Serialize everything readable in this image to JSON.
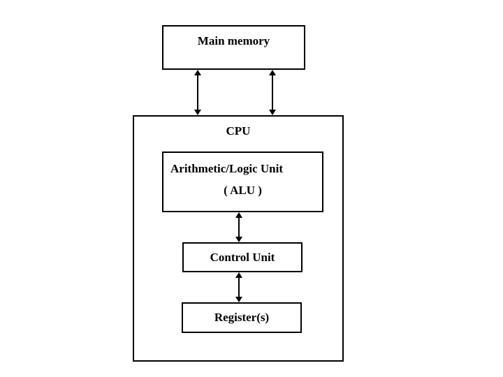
{
  "diagram": {
    "type": "block-diagram",
    "subject": "CPU and main memory architecture",
    "background_color": "#ffffff",
    "line_color": "#000000",
    "text_color": "#000000",
    "nodes": {
      "main_memory": {
        "label": "Main memory"
      },
      "cpu": {
        "label": "CPU"
      },
      "alu": {
        "line1": "Arithmetic/Logic Unit",
        "line2": "( ALU )"
      },
      "control_unit": {
        "label": "Control Unit"
      },
      "registers": {
        "label": "Register(s)"
      }
    },
    "connections": [
      {
        "from": "main_memory",
        "to": "cpu",
        "style": "double-headed-arrow",
        "position": "left"
      },
      {
        "from": "main_memory",
        "to": "cpu",
        "style": "double-headed-arrow",
        "position": "right"
      },
      {
        "from": "alu",
        "to": "control_unit",
        "style": "double-headed-arrow"
      },
      {
        "from": "control_unit",
        "to": "registers",
        "style": "double-headed-arrow"
      }
    ]
  }
}
